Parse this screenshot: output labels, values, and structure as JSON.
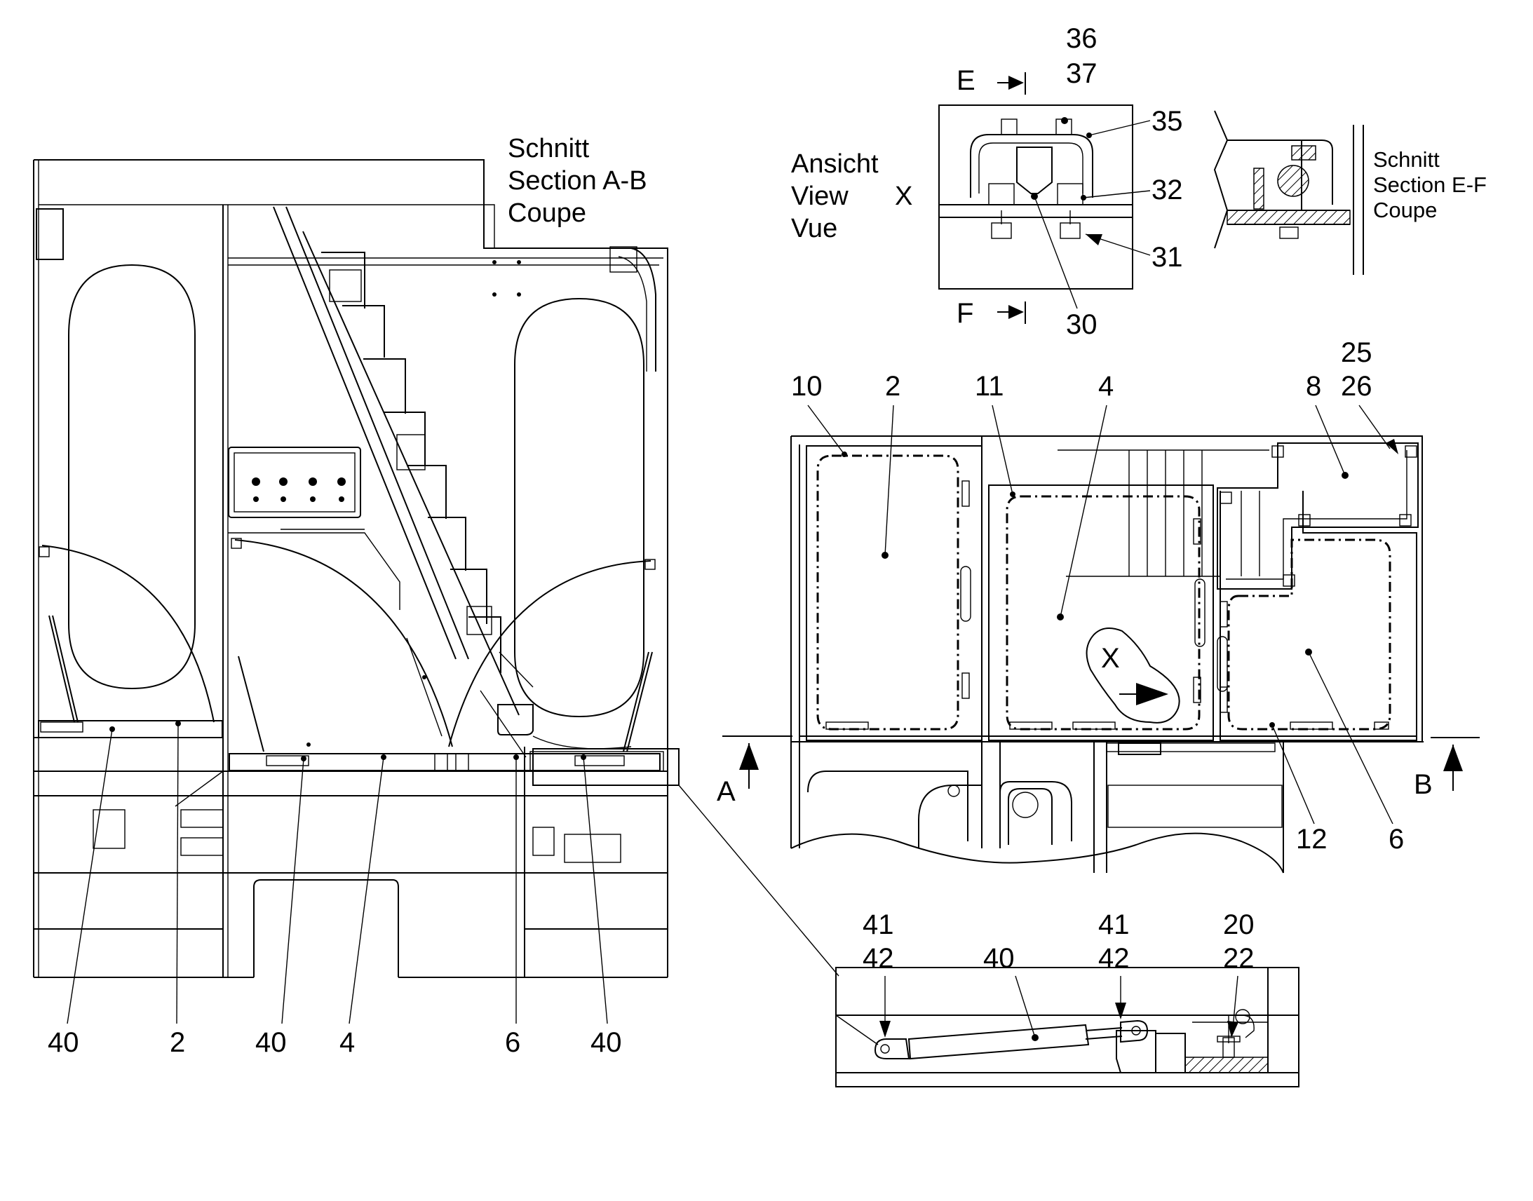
{
  "captions": {
    "section_ab": [
      "Schnitt",
      "Section  A-B",
      "Coupe"
    ],
    "view_x": [
      "Ansicht",
      "View",
      "Vue"
    ],
    "view_x_letter": "X",
    "section_ef": [
      "Schnitt",
      "Section  E-F",
      "Coupe"
    ],
    "cut_e": "E",
    "cut_f": "F",
    "cut_a": "A",
    "cut_b": "B",
    "x_marker": "X"
  },
  "callouts": {
    "left_bottom": [
      "40",
      "2",
      "40",
      "4",
      "6",
      "40"
    ],
    "view_x": [
      "36",
      "37",
      "35",
      "32",
      "31",
      "30"
    ],
    "plan": [
      "10",
      "2",
      "11",
      "4",
      "25",
      "26",
      "8",
      "12",
      "6"
    ],
    "detail": [
      "41",
      "42",
      "40",
      "41",
      "42",
      "20",
      "22"
    ]
  }
}
